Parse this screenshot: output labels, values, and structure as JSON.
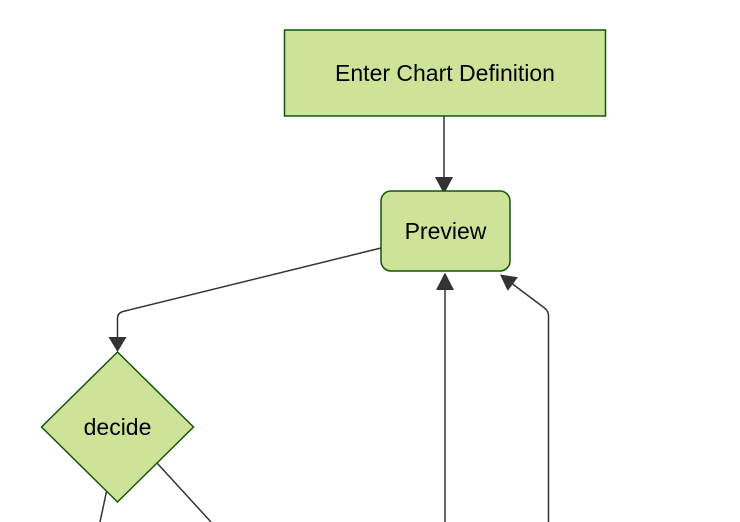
{
  "background": "#ffffff",
  "colors": {
    "node_fill": "#cde498",
    "node_border": "#13540c",
    "edge": "#333333",
    "label": "#000000"
  },
  "diagram": {
    "type": "flowchart",
    "direction": "top-down",
    "nodes": [
      {
        "id": "A",
        "label": "Enter Chart Definition",
        "shape": "rectangle"
      },
      {
        "id": "B",
        "label": "Preview",
        "shape": "rounded-rectangle"
      },
      {
        "id": "C",
        "label": "decide",
        "shape": "diamond"
      }
    ],
    "edges": [
      {
        "from": "A",
        "to": "B",
        "arrow": true
      },
      {
        "from": "B",
        "to": "C",
        "arrow": true
      },
      {
        "from": "offscreen-bottom",
        "to": "B",
        "arrow": true
      },
      {
        "from": "offscreen-bottom-right",
        "to": "B",
        "arrow": true
      },
      {
        "from": "C",
        "to": "offscreen-bottom-left",
        "arrow": false
      },
      {
        "from": "C",
        "to": "offscreen-bottom-right",
        "arrow": false
      }
    ]
  }
}
